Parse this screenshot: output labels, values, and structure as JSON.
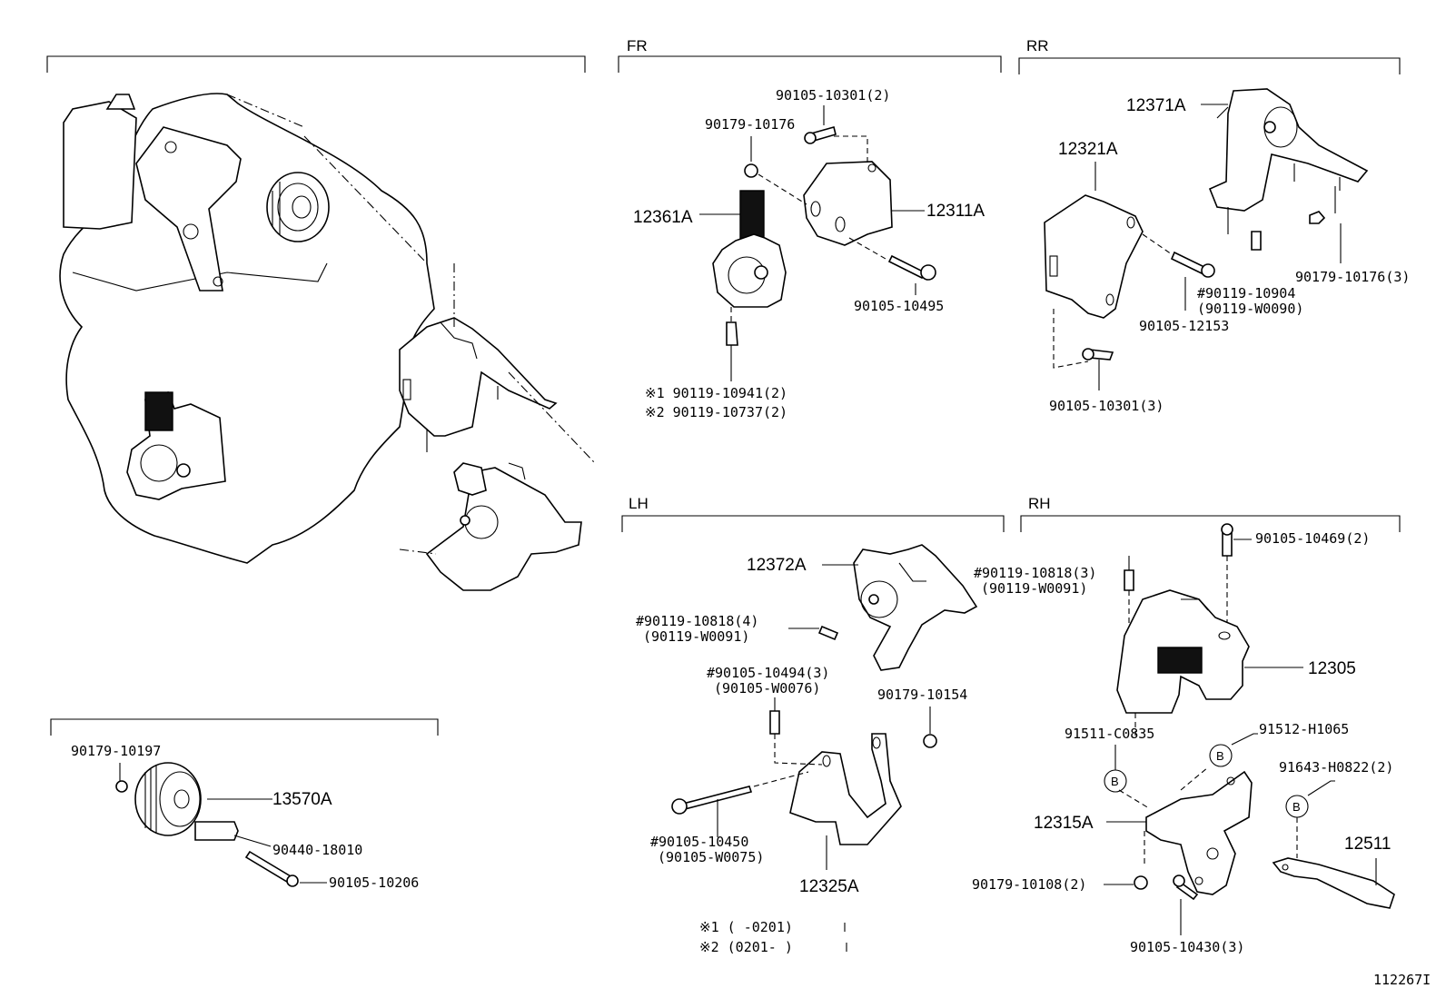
{
  "sections": {
    "fr": "FR",
    "rr": "RR",
    "lh": "LH",
    "rh": "RH"
  },
  "labels": {
    "p13570a": "13570A",
    "p90179_10197": "90179-10197",
    "p90440_18010": "90440-18010",
    "p90105_10206": "90105-10206",
    "p90105_10301_2": "90105-10301(2)",
    "p90179_10176": "90179-10176",
    "p12361a": "12361A",
    "p12311a": "12311A",
    "p90105_10495": "90105-10495",
    "note1_part": "※1 90119-10941(2)",
    "note2_part": "※2 90119-10737(2)",
    "p12371a": "12371A",
    "p12321a": "12321A",
    "p90119_10904": "#90119-10904",
    "p90119_w0090": "(90119-W0090)",
    "p90105_12153": "90105-12153",
    "p90179_10176_3": "90179-10176(3)",
    "p90105_10301_3": "90105-10301(3)",
    "p12372a": "12372A",
    "p90119_10818_4": "#90119-10818(4)",
    "p90119_w0091_a": "(90119-W0091)",
    "p90105_10494_3": "#90105-10494(3)",
    "p90105_w0076": "(90105-W0076)",
    "p90179_10154": "90179-10154",
    "p90105_10450": "#90105-10450",
    "p90105_w0075": "(90105-W0075)",
    "p12325a": "12325A",
    "p90119_10818_3": "#90119-10818(3)",
    "p90119_w0091_b": "(90119-W0091)",
    "p90105_10469_2": "90105-10469(2)",
    "p12305": "12305",
    "p91511_c0835": "91511-C0835",
    "p91512_h1065": "91512-H1065",
    "p91643_h0822_2": "91643-H0822(2)",
    "p12315a": "12315A",
    "p12511": "12511",
    "p90179_10108_2": "90179-10108(2)",
    "p90105_10430_3": "90105-10430(3)",
    "circle_b": "B"
  },
  "footnotes": {
    "n1": "※1 (     -0201)",
    "n2": "※2 (0201-     )"
  },
  "figure_id": "112267I"
}
